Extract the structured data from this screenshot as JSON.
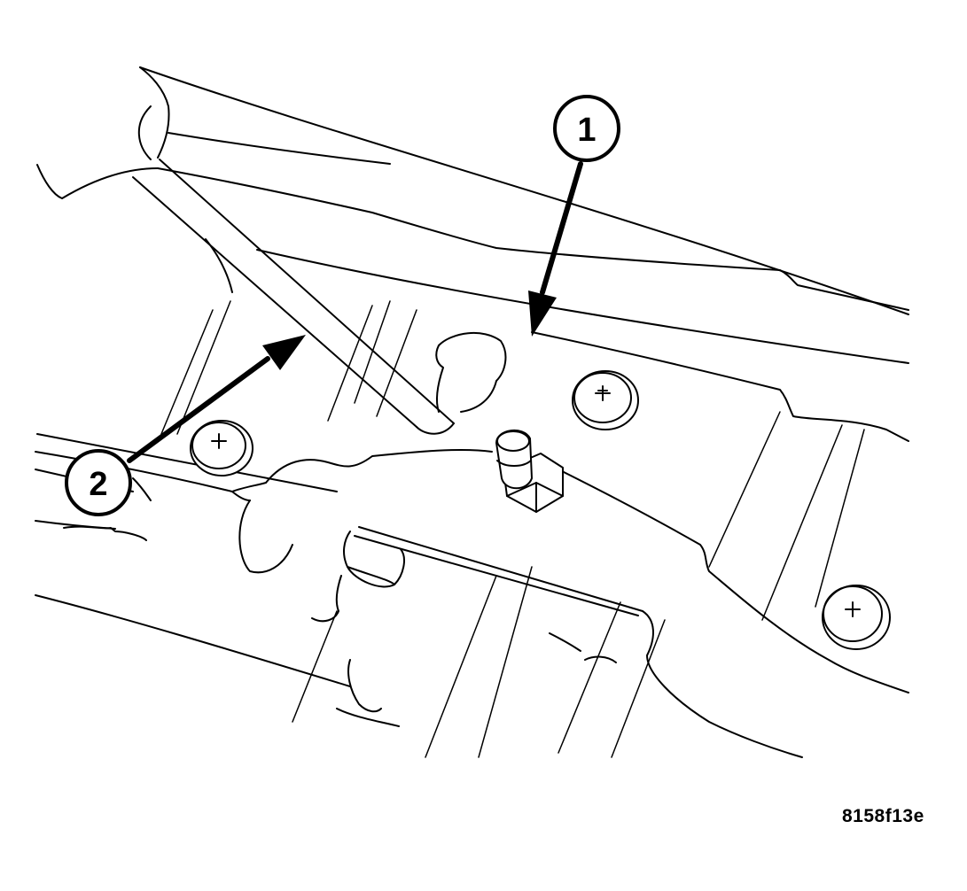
{
  "callouts": [
    {
      "number": "1",
      "target": "mounting-bracket"
    },
    {
      "number": "2",
      "target": "flat-blade-tool"
    }
  ],
  "figure_id": "8158f13e",
  "parts_shown": [
    "phillips-head-screw",
    "phillips-head-screw",
    "phillips-head-screw",
    "hex-stud-bolt"
  ]
}
